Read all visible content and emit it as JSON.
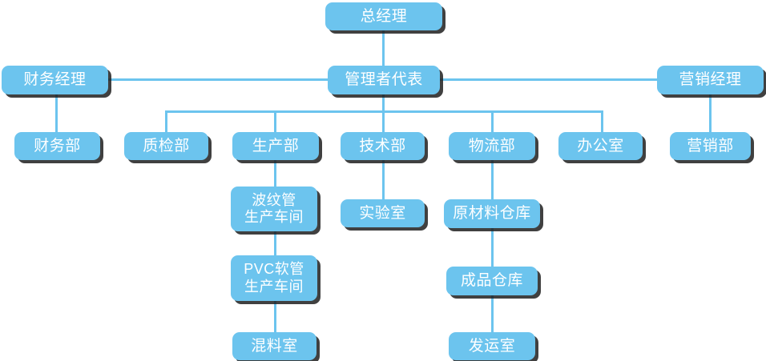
{
  "chart_data": {
    "type": "diagram",
    "title": "",
    "diagram_kind": "organization-chart",
    "orientation": "top-down",
    "theme": {
      "node_fill": "#6cc4ee",
      "node_text": "#ffffff",
      "connector": "#6cc4ee",
      "shadow": "#1e1e1e",
      "background": "#ffffff"
    },
    "nodes": [
      {
        "id": "gm",
        "label": "总经理",
        "level": 0
      },
      {
        "id": "fin_mgr",
        "label": "财务经理",
        "level": 1
      },
      {
        "id": "mgmt_rep",
        "label": "管理者代表",
        "level": 1
      },
      {
        "id": "mkt_mgr",
        "label": "营销经理",
        "level": 1
      },
      {
        "id": "fin_dept",
        "label": "财务部",
        "level": 2
      },
      {
        "id": "qc_dept",
        "label": "质检部",
        "level": 2
      },
      {
        "id": "prod_dept",
        "label": "生产部",
        "level": 2
      },
      {
        "id": "tech_dept",
        "label": "技术部",
        "level": 2
      },
      {
        "id": "logi_dept",
        "label": "物流部",
        "level": 2
      },
      {
        "id": "office",
        "label": "办公室",
        "level": 2
      },
      {
        "id": "mkt_dept",
        "label": "营销部",
        "level": 2
      },
      {
        "id": "corr_shop",
        "label": "波纹管\n生产车间",
        "level": 3
      },
      {
        "id": "pvc_shop",
        "label": "PVC软管\n生产车间",
        "level": 4
      },
      {
        "id": "mixing_room",
        "label": "混料室",
        "level": 5
      },
      {
        "id": "lab",
        "label": "实验室",
        "level": 3
      },
      {
        "id": "raw_wh",
        "label": "原材料仓库",
        "level": 3
      },
      {
        "id": "fg_wh",
        "label": "成品仓库",
        "level": 4
      },
      {
        "id": "ship_room",
        "label": "发运室",
        "level": 5
      }
    ],
    "edges": [
      {
        "from": "gm",
        "to": "mgmt_rep"
      },
      {
        "from": "mgmt_rep",
        "to": "fin_mgr"
      },
      {
        "from": "mgmt_rep",
        "to": "mkt_mgr"
      },
      {
        "from": "fin_mgr",
        "to": "fin_dept"
      },
      {
        "from": "mkt_mgr",
        "to": "mkt_dept"
      },
      {
        "from": "mgmt_rep",
        "to": "qc_dept"
      },
      {
        "from": "mgmt_rep",
        "to": "prod_dept"
      },
      {
        "from": "mgmt_rep",
        "to": "tech_dept"
      },
      {
        "from": "mgmt_rep",
        "to": "logi_dept"
      },
      {
        "from": "mgmt_rep",
        "to": "office"
      },
      {
        "from": "prod_dept",
        "to": "corr_shop"
      },
      {
        "from": "corr_shop",
        "to": "pvc_shop"
      },
      {
        "from": "pvc_shop",
        "to": "mixing_room"
      },
      {
        "from": "tech_dept",
        "to": "lab"
      },
      {
        "from": "logi_dept",
        "to": "raw_wh"
      },
      {
        "from": "raw_wh",
        "to": "fg_wh"
      },
      {
        "from": "fg_wh",
        "to": "ship_room"
      }
    ]
  },
  "org": {
    "gm": "总经理",
    "fin_mgr": "财务经理",
    "mgmt_rep": "管理者代表",
    "mkt_mgr": "营销经理",
    "fin_dept": "财务部",
    "qc_dept": "质检部",
    "prod_dept": "生产部",
    "tech_dept": "技术部",
    "logi_dept": "物流部",
    "office": "办公室",
    "mkt_dept": "营销部",
    "corr_shop": "波纹管\n生产车间",
    "pvc_shop": "PVC软管\n生产车间",
    "mixing_room": "混料室",
    "lab": "实验室",
    "raw_wh": "原材料仓库",
    "fg_wh": "成品仓库",
    "ship_room": "发运室"
  }
}
